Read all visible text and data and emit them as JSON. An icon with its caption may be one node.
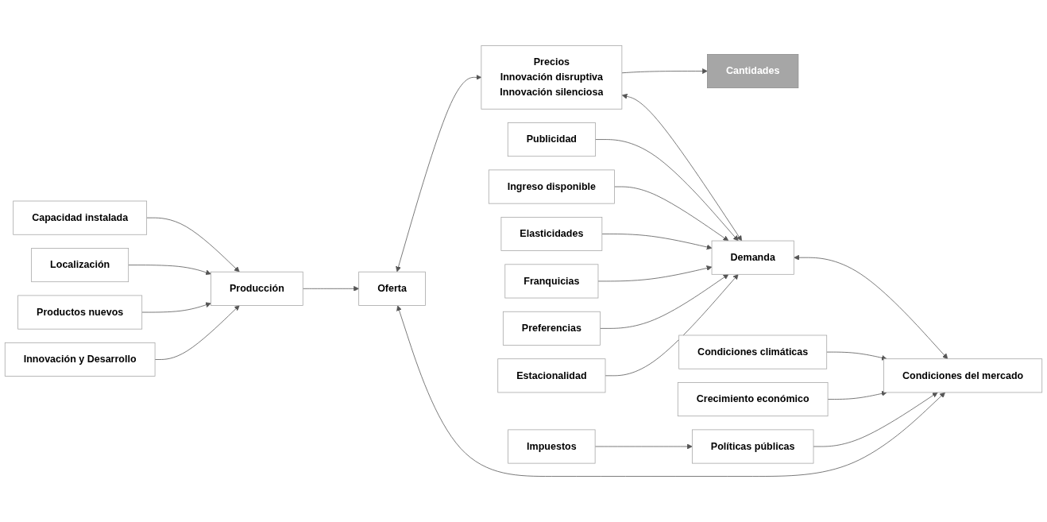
{
  "diagram": {
    "nodes": [
      {
        "text": [
          "Cantidades"
        ]
      },
      {
        "text": [
          "Capacidad instalada"
        ]
      },
      {
        "text": [
          "Localización"
        ]
      },
      {
        "text": [
          "Productos nuevos"
        ]
      },
      {
        "text": [
          "Innovación y Desarrollo"
        ]
      },
      {
        "text": [
          "Producción"
        ]
      },
      {
        "text": [
          "Oferta"
        ]
      },
      {
        "text": [
          "Precios",
          "Innovación disruptiva",
          "Innovación silenciosa"
        ]
      },
      {
        "text": [
          "Demanda"
        ]
      },
      {
        "text": [
          "Publicidad"
        ]
      },
      {
        "text": [
          "Ingreso disponible"
        ]
      },
      {
        "text": [
          "Elasticidades"
        ]
      },
      {
        "text": [
          "Franquicias"
        ]
      },
      {
        "text": [
          "Preferencias"
        ]
      },
      {
        "text": [
          "Estacionalidad"
        ]
      },
      {
        "text": [
          "Condiciones del mercado"
        ]
      },
      {
        "text": [
          "Condiciones climáticas"
        ]
      },
      {
        "text": [
          "Crecimiento económico"
        ]
      },
      {
        "text": [
          "Políticas públicas"
        ]
      },
      {
        "text": [
          "Impuestos"
        ]
      }
    ],
    "edges": [
      {
        "from": 1,
        "to": 5,
        "arrow": "to"
      },
      {
        "from": 2,
        "to": 5,
        "arrow": "to"
      },
      {
        "from": 3,
        "to": 5,
        "arrow": "to"
      },
      {
        "from": 4,
        "to": 5,
        "arrow": "to"
      },
      {
        "from": 5,
        "to": 6,
        "arrow": "to"
      },
      {
        "from": 6,
        "to": 7,
        "arrow": "both"
      },
      {
        "from": 7,
        "to": 0,
        "arrow": "to"
      },
      {
        "from": 7,
        "to": 8,
        "arrow": "both"
      },
      {
        "from": 9,
        "to": 8,
        "arrow": "to"
      },
      {
        "from": 10,
        "to": 8,
        "arrow": "to"
      },
      {
        "from": 11,
        "to": 8,
        "arrow": "to"
      },
      {
        "from": 12,
        "to": 8,
        "arrow": "to"
      },
      {
        "from": 13,
        "to": 8,
        "arrow": "to"
      },
      {
        "from": 14,
        "to": 8,
        "arrow": "to"
      },
      {
        "from": 6,
        "to": 15,
        "arrow": "both"
      },
      {
        "from": 8,
        "to": 15,
        "arrow": "both"
      },
      {
        "from": 16,
        "to": 15,
        "arrow": "to"
      },
      {
        "from": 17,
        "to": 15,
        "arrow": "to"
      },
      {
        "from": 18,
        "to": 15,
        "arrow": "to"
      },
      {
        "from": 19,
        "to": 18,
        "arrow": "to"
      }
    ]
  }
}
